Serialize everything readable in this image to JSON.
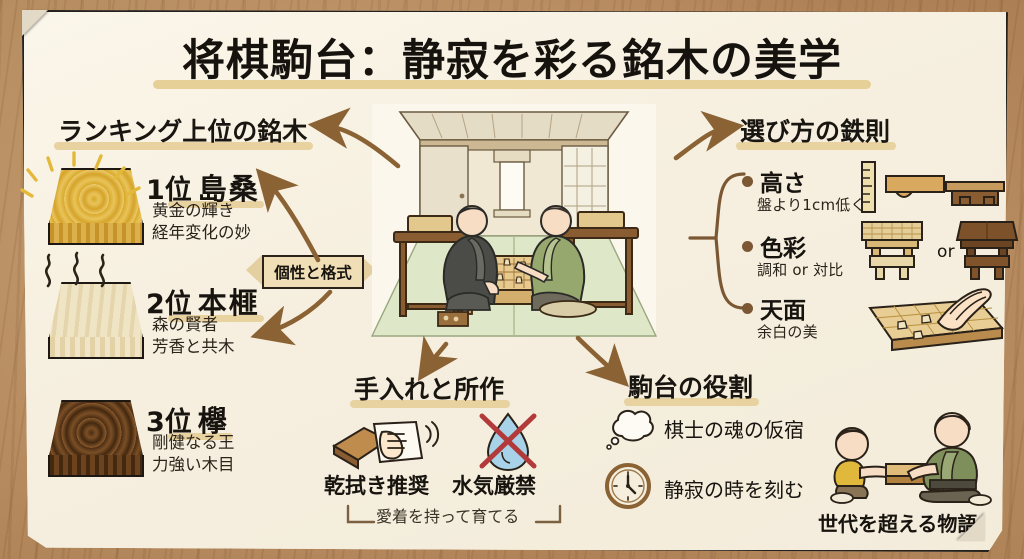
{
  "title": "将棋駒台：静寂を彩る銘木の美学",
  "ribbon": {
    "label": "個性と格式"
  },
  "ranking": {
    "heading": "ランキング上位の銘木",
    "items": [
      {
        "rank": "1位",
        "name": "島桑",
        "desc1": "黄金の輝き",
        "desc2": "経年変化の妙",
        "color": "#dcb14b"
      },
      {
        "rank": "2位",
        "name": "本榧",
        "desc1": "森の賢者",
        "desc2": "芳香と共木",
        "color": "#efe4c4"
      },
      {
        "rank": "3位",
        "name": "欅",
        "desc1": "剛健なる王",
        "desc2": "力強い木目",
        "color": "#6c431f"
      }
    ]
  },
  "rules": {
    "heading": "選び方の鉄則",
    "items": [
      {
        "title": "高さ",
        "sub": "盤より1cm低く"
      },
      {
        "title": "色彩",
        "sub": "調和 or 対比",
        "or": "or"
      },
      {
        "title": "天面",
        "sub": "余白の美"
      }
    ]
  },
  "care": {
    "heading": "手入れと所作",
    "ok_label": "乾拭き推奨",
    "ng_label": "水気厳禁",
    "caption": "愛着を持って育てる"
  },
  "role": {
    "heading": "駒台の役割",
    "items": [
      {
        "label": "棋士の魂の仮宿",
        "icon": "thought-bubble-icon"
      },
      {
        "label": "静寂の時を刻む",
        "icon": "clock-icon"
      }
    ]
  },
  "legacy": {
    "caption": "世代を超える物語"
  },
  "colors": {
    "paper": "#f7f1e2",
    "wood_bg": "#c8996a",
    "ink": "#17130e",
    "highlight": "#e8d2a0",
    "arrow": "#8a6234",
    "gold": "#dcb14b",
    "dark_wood": "#6c431f",
    "water_blue": "#a8d2e8",
    "ng_red": "#b33a3a"
  }
}
